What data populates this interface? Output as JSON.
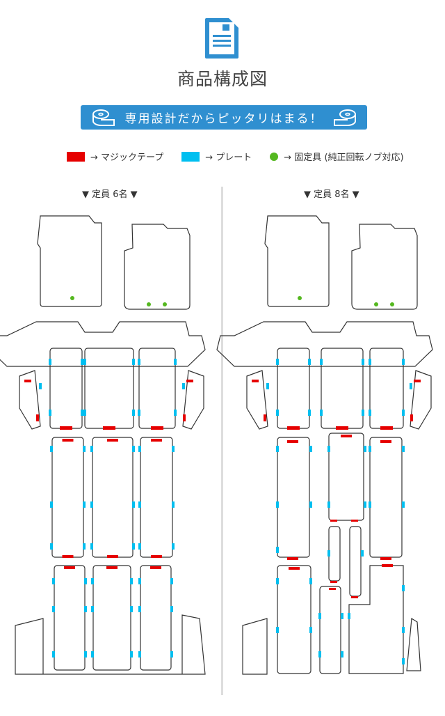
{
  "header": {
    "title": "商品構成図",
    "banner": "専用設計だからピッタリはまる！",
    "icon": "document-icon"
  },
  "legend": [
    {
      "label": "→ マジックテープ",
      "color": "#e60000",
      "kind": "swatch"
    },
    {
      "label": "→ プレート",
      "color": "#00bff0",
      "kind": "swatch"
    },
    {
      "label": "→ 固定具 (純正回転ノブ対応)",
      "color": "#55b820",
      "kind": "dot"
    }
  ],
  "panels": [
    {
      "caption": "▼ 定員 6名 ▼"
    },
    {
      "caption": "▼ 定員 8名 ▼"
    }
  ],
  "colors": {
    "accent": "#2f8fd0",
    "velcro": "#e60000",
    "plate": "#00bff0",
    "fixer": "#55b820"
  }
}
